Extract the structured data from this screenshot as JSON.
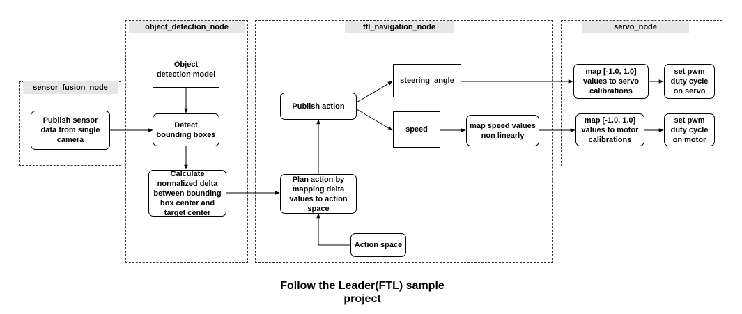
{
  "groups": {
    "sensor_fusion": "sensor_fusion_node",
    "object_detection": "object_detection_node",
    "ftl_navigation": "ftl_navigation_node",
    "servo": "servo_node"
  },
  "nodes": {
    "publish_sensor": "Publish sensor data from single camera",
    "object_detection_model": "Object detection model",
    "detect_bounding": "Detect bounding boxes",
    "calculate_delta": "Calculate normalized delta between bounding box center and target center",
    "plan_action": "Plan action by mapping delta values to action space",
    "action_space": "Action space",
    "publish_action": "Publish action",
    "steering_angle": "steering_angle",
    "speed": "speed",
    "map_speed": "map speed values non linearly",
    "map_servo": "map [-1.0, 1.0] values to servo calibrations",
    "set_pwm_servo": "set pwm duty cycle on servo",
    "map_motor": "map [-1.0, 1.0] values to motor calibrations",
    "set_pwm_motor": "set pwm duty cycle on motor"
  },
  "caption": {
    "line1": "Follow the Leader(FTL) sample",
    "line2": "project"
  }
}
